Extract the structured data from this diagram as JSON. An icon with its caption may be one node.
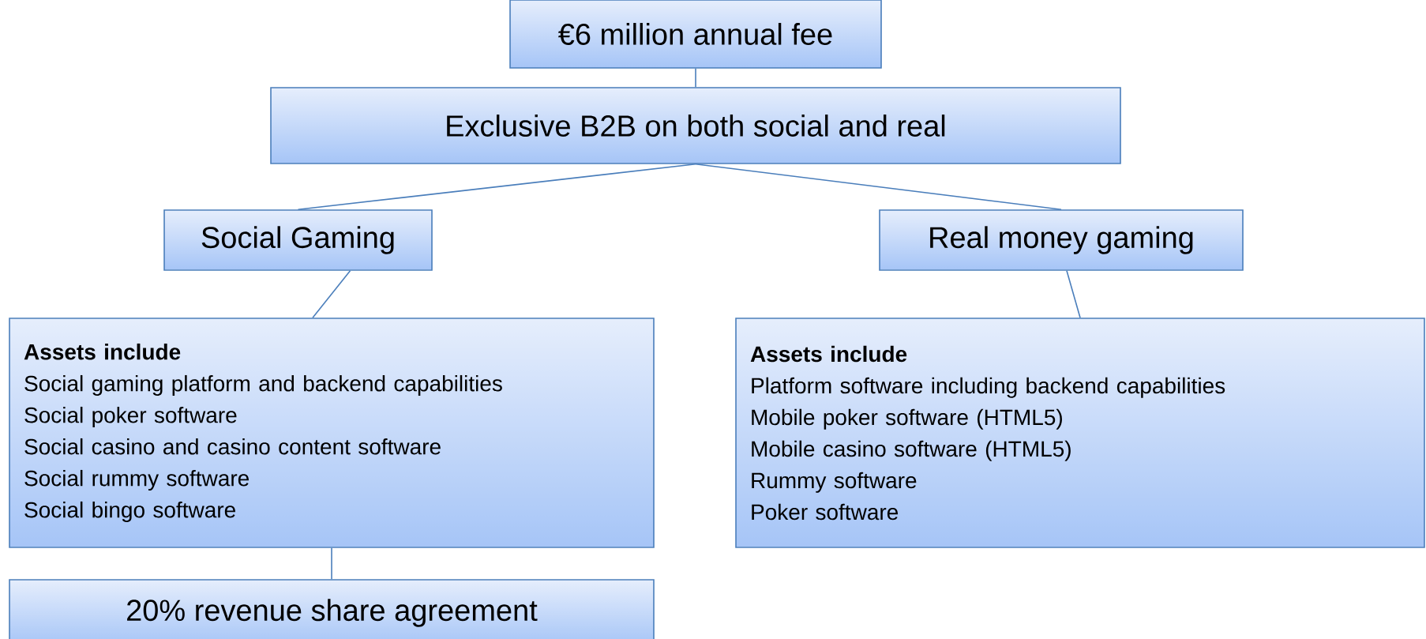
{
  "diagram": {
    "nodes": [
      {
        "text": [
          "€6 million annual fee"
        ]
      },
      {
        "text": [
          "Exclusive B2B on both social and real"
        ]
      },
      {
        "text": [
          "Social Gaming"
        ]
      },
      {
        "text": [
          "Real money gaming"
        ]
      },
      {
        "text": [
          "Assets include",
          "Social gaming platform and backend capabilities",
          "Social poker software",
          "Social casino and casino content software",
          "Social rummy software",
          "Social bingo software"
        ]
      },
      {
        "text": [
          "Assets include",
          "Platform software including backend capabilities",
          "Mobile poker software (HTML5)",
          "Mobile casino software (HTML5)",
          "Rummy software",
          "Poker software"
        ]
      },
      {
        "text": [
          "20% revenue share agreement"
        ]
      }
    ],
    "edges": [
      {
        "from": 0,
        "to": 1,
        "arrow": "none"
      },
      {
        "from": 1,
        "to": 2,
        "arrow": "none"
      },
      {
        "from": 1,
        "to": 3,
        "arrow": "none"
      },
      {
        "from": 2,
        "to": 4,
        "arrow": "none"
      },
      {
        "from": 3,
        "to": 5,
        "arrow": "none"
      },
      {
        "from": 4,
        "to": 6,
        "arrow": "none"
      }
    ]
  }
}
